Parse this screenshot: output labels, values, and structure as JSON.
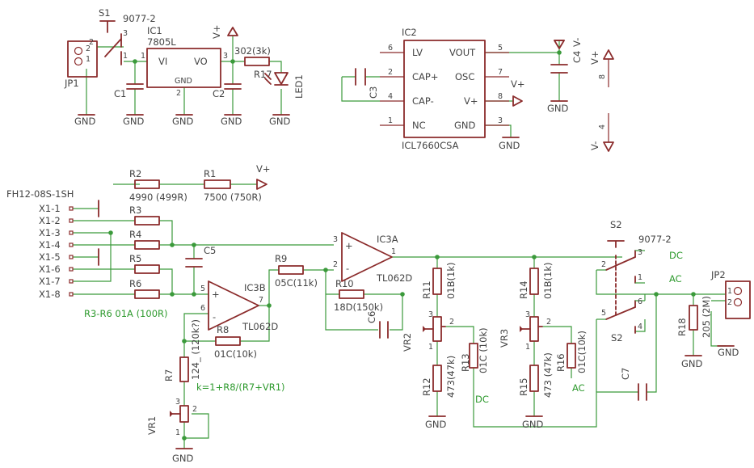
{
  "colors": {
    "wire": "#3b9a3b",
    "part": "#8b2b2b",
    "label": "#444444",
    "note": "#2e9a2e"
  },
  "labels": {
    "s1": "S1",
    "s1_type": "9077-2",
    "s1_p1": "1",
    "s1_p2": "2",
    "s1_p3": "3",
    "jp1": "JP1",
    "jp1_p1": "1",
    "jp1_p2": "2",
    "ic1": "IC1",
    "ic1_type": "7805L",
    "ic1_vi": "VI",
    "ic1_vo": "VO",
    "ic1_gnd": "GND",
    "ic1_p1": "1",
    "ic1_p2": "2",
    "ic1_p3": "3",
    "c1": "C1",
    "c2": "C2",
    "r17": "R17",
    "r17_val": "302(3k)",
    "led1": "LED1",
    "ic2": "IC2",
    "ic2_type": "ICL7660CSA",
    "ic2_lv": "LV",
    "ic2_capp": "CAP+",
    "ic2_capm": "CAP-",
    "ic2_nc": "NC",
    "ic2_vout": "VOUT",
    "ic2_osc": "OSC",
    "ic2_vp": "V+",
    "ic2_gnd": "GND",
    "ic2_p1": "1",
    "ic2_p2": "2",
    "ic2_p3": "3",
    "ic2_p4": "4",
    "ic2_p5": "5",
    "ic2_p6": "6",
    "ic2_p7": "7",
    "ic2_p8": "8",
    "c3": "C3",
    "c4": "C4",
    "vplus": "V+",
    "vminus": "V-",
    "gnd": "GND",
    "pwr_p8": "8",
    "pwr_p4": "4",
    "conn": "FH12-08S-1SH",
    "x1": "X1-1",
    "x2": "X1-2",
    "x3": "X1-3",
    "x4": "X1-4",
    "x5": "X1-5",
    "x6": "X1-6",
    "x7": "X1-7",
    "x8": "X1-8",
    "r1": "R1",
    "r1_val": "7500 (750R)",
    "r2": "R2",
    "r2_val": "4990 (499R)",
    "r3": "R3",
    "r4": "R4",
    "r5": "R5",
    "r6": "R6",
    "r3r6_note": "R3-R6 01A (100R)",
    "c5": "C5",
    "c6": "C6",
    "c7": "C7",
    "ic3a": "IC3A",
    "ic3b": "IC3B",
    "opamp_type": "TL062D",
    "pin_plus": "+",
    "pin_minus": "-",
    "r7": "R7",
    "r7_val": "124_ (120k?)",
    "r8": "R8",
    "r8_val": "01C(10k)",
    "r9": "R9",
    "r9_val": "05C(11k)",
    "r10": "R10",
    "r10_val": "18D(150k)",
    "r11": "R11",
    "r11_val": "01B(1k)",
    "r12": "R12",
    "r12_val": "473(47k)",
    "r13": "R13",
    "r13_val": "01C (10k)",
    "r14": "R14",
    "r14_val": "01B(1k)",
    "r15": "R15",
    "r15_val": "473 (47k)",
    "r16": "R16",
    "r16_val": "01C(10k)",
    "r18": "R18",
    "r18_val": "205 (2M)",
    "vr1": "VR1",
    "vr2": "VR2",
    "vr3": "VR3",
    "gain_note": "k=1+R8/(R7+VR1)",
    "s2": "S2",
    "s2_type": "9077-2",
    "dc": "DC",
    "ac": "AC",
    "jp2": "JP2",
    "n1": "1",
    "n2": "2",
    "n3": "3",
    "n4": "4",
    "n5": "5",
    "n6": "6",
    "n7": "7"
  }
}
